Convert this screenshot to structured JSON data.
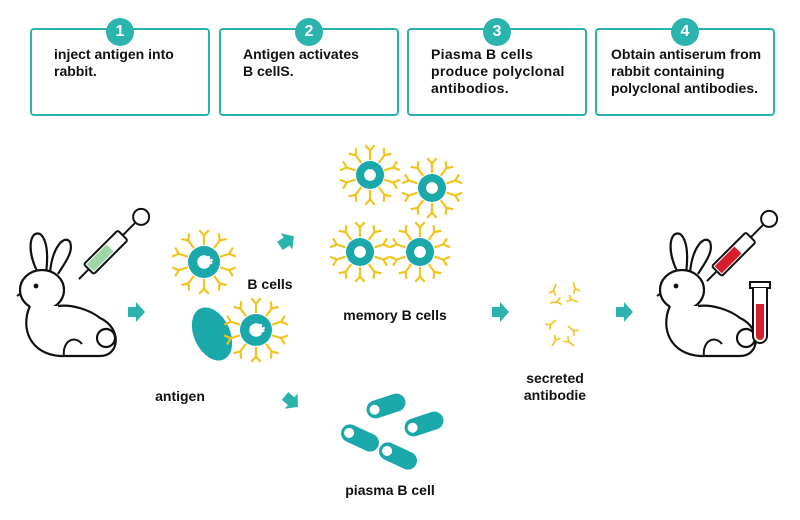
{
  "colors": {
    "teal": "#2bb3ad",
    "cell": "#1aa8ab",
    "yellow": "#f2c318",
    "blood": "#d61f2c",
    "green": "#9ed6a8"
  },
  "steps": [
    {
      "number": "1",
      "text": "inject antigen into\nrabbit."
    },
    {
      "number": "2",
      "text": "Antigen activates\nB cellS."
    },
    {
      "number": "3",
      "text": "Piasma B cells\nproduce polyclonal\nantibodios."
    },
    {
      "number": "4",
      "text": "Obtain antiserum from\nrabbit containing\npolyclonal antibodies."
    }
  ],
  "labels": {
    "b_cells": "B cells",
    "antigen": "antigen",
    "memory_b_cells": "memory B cells",
    "plasma_b_cell": "piasma B cell",
    "secreted": "secreted\nantibodie"
  },
  "icons": [
    "rabbit-icon",
    "syringe-icon",
    "b-cell-icon",
    "antigen-icon",
    "arrow-icon",
    "antibody-icon",
    "test-tube-icon"
  ]
}
